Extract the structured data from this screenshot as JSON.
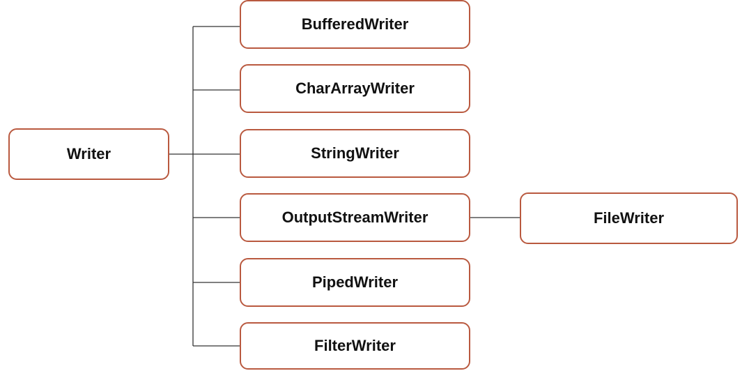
{
  "diagram": {
    "root": {
      "label": "Writer"
    },
    "children": [
      {
        "label": "BufferedWriter"
      },
      {
        "label": "CharArrayWriter"
      },
      {
        "label": "StringWriter"
      },
      {
        "label": "OutputStreamWriter"
      },
      {
        "label": "PipedWriter"
      },
      {
        "label": "FilterWriter"
      }
    ],
    "grandchild": {
      "label": "FileWriter",
      "parent": "OutputStreamWriter"
    }
  },
  "colors": {
    "box_border": "#b9593f",
    "connector": "#333333",
    "text": "#111111",
    "background": "#ffffff"
  }
}
